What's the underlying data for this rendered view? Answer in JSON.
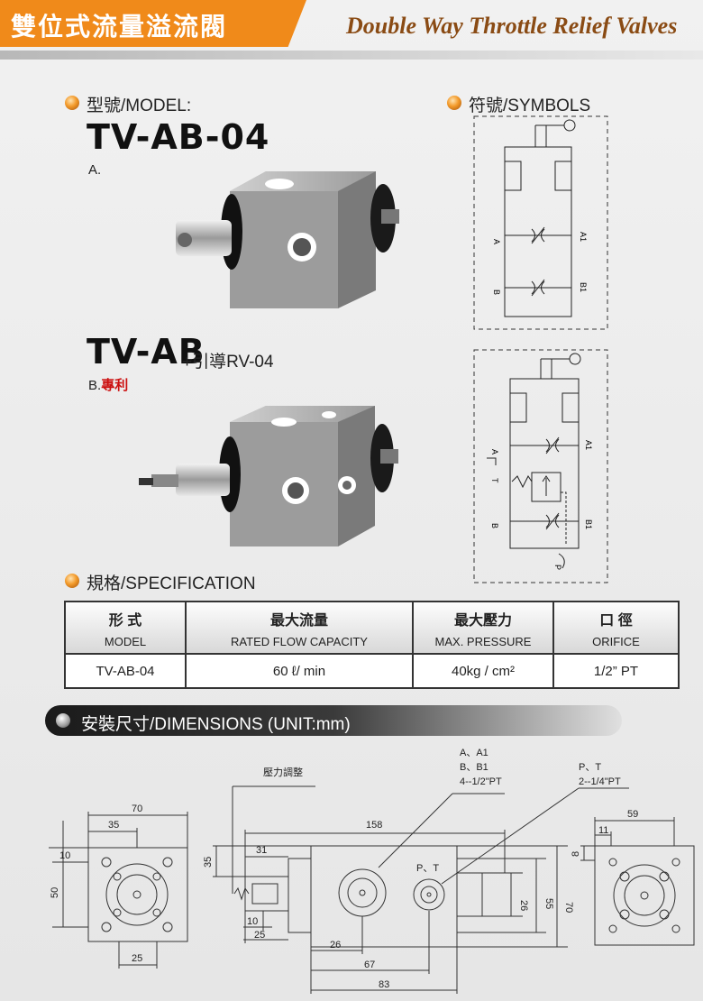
{
  "header": {
    "title_zh": "雙位式流量溢流閥",
    "title_en": "Double Way Throttle Relief Valves"
  },
  "model_section": {
    "label": "型號/MODEL:",
    "model_a": "TV-AB-04",
    "variant_a": "A.",
    "model_b": "TV-AB",
    "model_b_suffix": "+引導RV-04",
    "variant_b": "B.",
    "variant_b_note": "專利"
  },
  "symbols_section": {
    "label": "符號/SYMBOLS",
    "symbol_a_ports": {
      "a": "A",
      "a1": "A1",
      "b": "B",
      "b1": "B1"
    },
    "symbol_b_ports": {
      "a": "A",
      "a1": "A1",
      "t": "T",
      "b": "B",
      "b1": "B1",
      "p": "P"
    }
  },
  "spec_section": {
    "label": "規格/SPECIFICATION",
    "headers": [
      {
        "zh": "形 式",
        "en": "MODEL"
      },
      {
        "zh": "最大流量",
        "en": "RATED FLOW CAPACITY"
      },
      {
        "zh": "最大壓力",
        "en": "MAX. PRESSURE"
      },
      {
        "zh": "口 徑",
        "en": "ORIFICE"
      }
    ],
    "row": [
      "TV-AB-04",
      "60 ℓ/ min",
      "40kg / cm²",
      "1/2” PT"
    ]
  },
  "dimensions_section": {
    "label": "安裝尺寸/DIMENSIONS (UNIT:mm)",
    "callouts": {
      "pressure_adjust": "壓力調整",
      "ports_ab_1": "A、A1",
      "ports_ab_2": "B、B1",
      "ports_ab_3": "4--1/2\"PT",
      "ports_pt_1": "P、T",
      "ports_pt_2": "2--1/4\"PT",
      "pt_label": "P、T"
    },
    "left_view": {
      "w70": "70",
      "w35": "35",
      "h10": "10",
      "h50": "50",
      "w25": "25"
    },
    "front_view": {
      "w158": "158",
      "w31": "31",
      "h35": "35",
      "w10": "10",
      "w25": "25",
      "w26": "26",
      "w67": "67",
      "w83": "83",
      "h26": "26",
      "h55": "55",
      "h70": "70"
    },
    "right_view": {
      "w59": "59",
      "w11": "11",
      "h8": "8"
    }
  },
  "colors": {
    "accent": "#f08a1a",
    "title_en": "#8a4b14",
    "patent": "#cc1111"
  }
}
